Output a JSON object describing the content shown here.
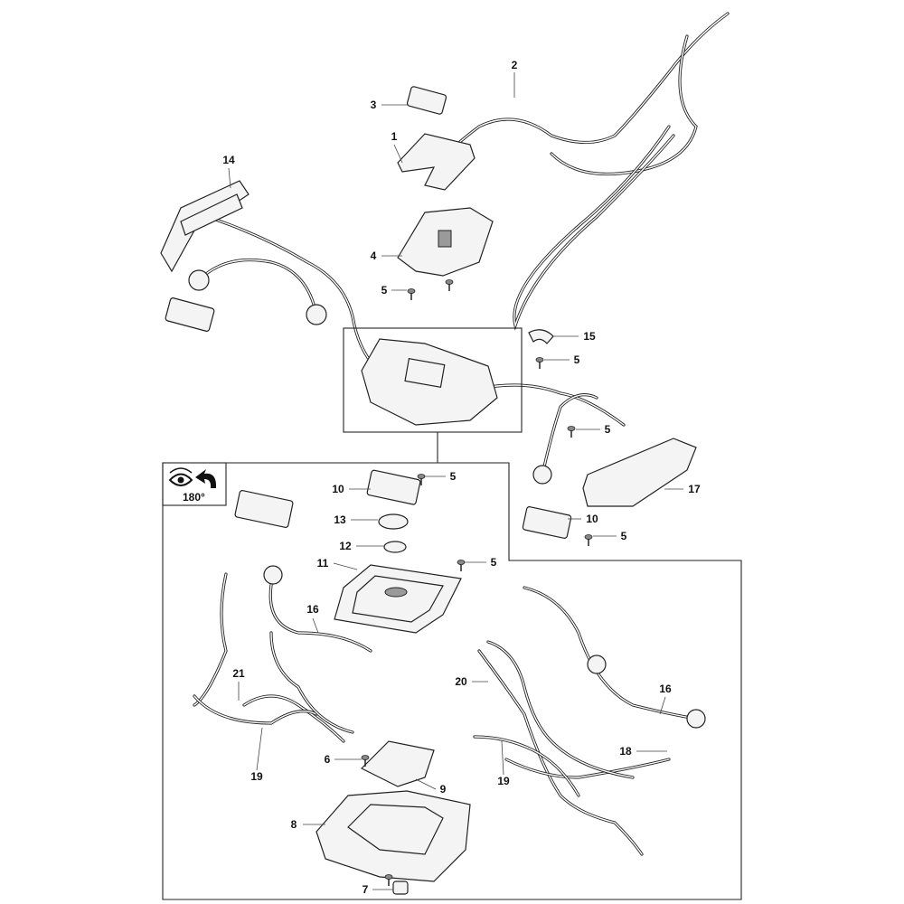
{
  "diagram": {
    "rotation_note": {
      "icon": "eye-rotate-icon",
      "text": "180°"
    },
    "callouts": [
      {
        "id": "2",
        "text": "2"
      },
      {
        "id": "3",
        "text": "3"
      },
      {
        "id": "1",
        "text": "1"
      },
      {
        "id": "14",
        "text": "14"
      },
      {
        "id": "4",
        "text": "4"
      },
      {
        "id": "5a",
        "text": "5"
      },
      {
        "id": "15",
        "text": "15"
      },
      {
        "id": "5b",
        "text": "5"
      },
      {
        "id": "5c",
        "text": "5"
      },
      {
        "id": "5d",
        "text": "5"
      },
      {
        "id": "10a",
        "text": "10"
      },
      {
        "id": "17",
        "text": "17"
      },
      {
        "id": "13",
        "text": "13"
      },
      {
        "id": "10b",
        "text": "10"
      },
      {
        "id": "5e",
        "text": "5"
      },
      {
        "id": "12",
        "text": "12"
      },
      {
        "id": "11",
        "text": "11"
      },
      {
        "id": "5f",
        "text": "5"
      },
      {
        "id": "16a",
        "text": "16"
      },
      {
        "id": "21",
        "text": "21"
      },
      {
        "id": "20",
        "text": "20"
      },
      {
        "id": "16b",
        "text": "16"
      },
      {
        "id": "18",
        "text": "18"
      },
      {
        "id": "6",
        "text": "6"
      },
      {
        "id": "19a",
        "text": "19"
      },
      {
        "id": "19b",
        "text": "19"
      },
      {
        "id": "9",
        "text": "9"
      },
      {
        "id": "8",
        "text": "8"
      },
      {
        "id": "7",
        "text": "7"
      }
    ]
  }
}
